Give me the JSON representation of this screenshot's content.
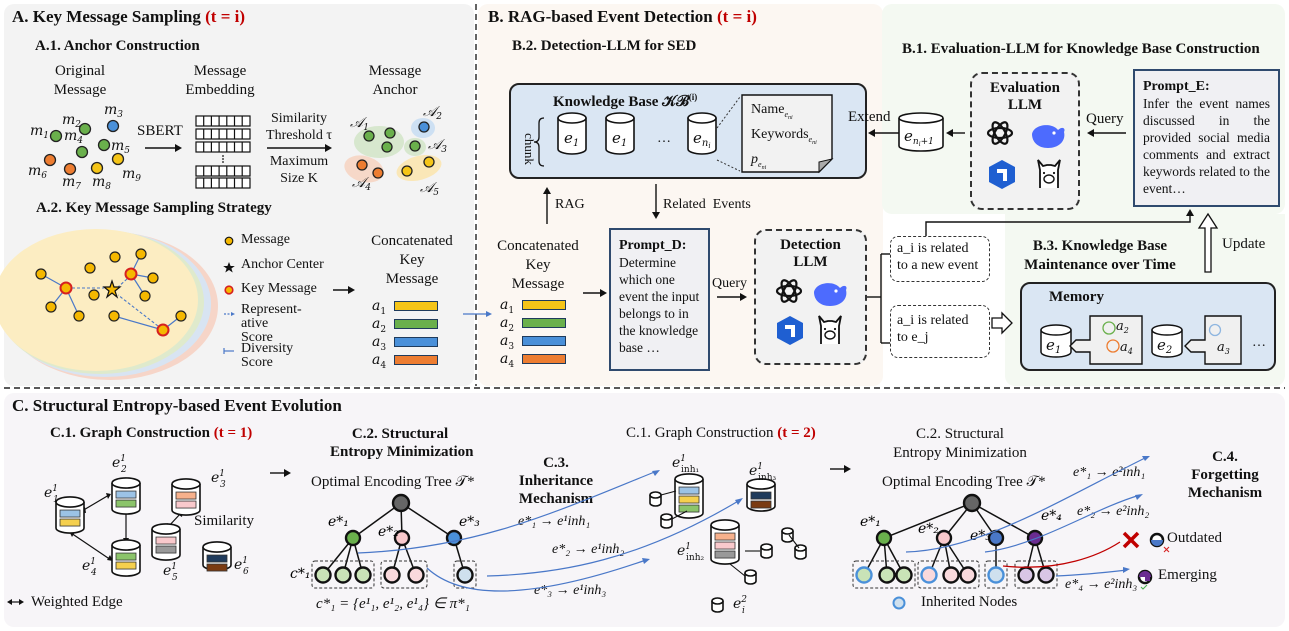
{
  "sectionA": {
    "title": "A. Key Message Sampling",
    "time": "(t = i)",
    "a1": {
      "title": "A.1. Anchor Construction",
      "original_message": [
        "Original",
        "Message"
      ],
      "message_embedding": [
        "Message",
        "Embedding"
      ],
      "message_anchor": [
        "Message",
        "Anchor"
      ],
      "encoder": "SBERT",
      "threshold": [
        "Similarity",
        "Threshold τ"
      ],
      "max_size": [
        "Maximum",
        "Size K"
      ],
      "messages": [
        "m1",
        "m2",
        "m3",
        "m4",
        "m5",
        "m6",
        "m7",
        "m8",
        "m9"
      ],
      "anchors": [
        "A1",
        "A2",
        "A3",
        "A4",
        "A5"
      ]
    },
    "a2": {
      "title": "A.2. Key Message Sampling Strategy",
      "legend": [
        "Message",
        "Anchor Center",
        "Key Message",
        "Represent-ative Score",
        "Diversity Score"
      ],
      "concat_label": [
        "Concatenated",
        "Key",
        "Message"
      ],
      "bars": [
        {
          "label": "a1",
          "color": "#f5c518"
        },
        {
          "label": "a2",
          "color": "#6ab04c"
        },
        {
          "label": "a3",
          "color": "#4a90d9"
        },
        {
          "label": "a4",
          "color": "#ed7d31"
        }
      ]
    }
  },
  "sectionB": {
    "title": "B. RAG-based Event Detection",
    "time": "(t = i)",
    "b2": {
      "title": "B.2. Detection-LLM for SED",
      "kb_title": "Knowledge Base 𝒦ℬ",
      "kb_sup": "(i)",
      "chunk": "chunk",
      "cylinders": [
        "e1",
        "e1",
        "…",
        "eni"
      ],
      "kb_card": [
        "Name_eni",
        "Keywords_eni",
        "p_eni"
      ],
      "rag": "RAG",
      "related_events": "Related  Events",
      "concat_label": [
        "Concatenated",
        "Key",
        "Message"
      ],
      "prompt_title": "Prompt_D:",
      "prompt_text": "Determine which one event the input belongs to in the knowledge base …",
      "query": "Query",
      "llm_title": [
        "Detection",
        "LLM"
      ],
      "outcome_new": [
        "a_i  is related",
        "to a new event"
      ],
      "outcome_existing": [
        "a_i is related",
        "to e_j"
      ]
    },
    "b1": {
      "title": "B.1. Evaluation-LLM for Knowledge Base Construction",
      "extend": "Extend",
      "new_cylinder": "e_(ni+1)",
      "llm_title": [
        "Evaluation",
        "LLM"
      ],
      "query": "Query",
      "prompt_title": "Prompt_E:",
      "prompt_text": "Infer the event names discussed in the provided social media comments and extract keywords related to the event…"
    },
    "b3": {
      "title": [
        "B.3. Knowledge Base",
        "Maintenance over Time"
      ],
      "update": "Update",
      "memory": "Memory",
      "memory_items": [
        "e1",
        "a2",
        "a4",
        "e2",
        "a3",
        "…"
      ]
    }
  },
  "sectionC": {
    "title": "C. Structural Entropy-based Event Evolution",
    "c1_t1": {
      "title": "C.1. Graph Construction",
      "time": "(t = 1)",
      "nodes": [
        "e¹₁",
        "e¹₂",
        "e¹₃",
        "e¹₄",
        "e¹₅",
        "e¹₆"
      ],
      "similarity": "Similarity",
      "legend": "Weighted Edge"
    },
    "c2_t1": {
      "title": [
        "C.2. Structural",
        "Entropy Minimization"
      ],
      "tree": "Optimal Encoding Tree 𝒯*",
      "labels": [
        "e*₁",
        "e*₂",
        "e*₃",
        "c*₁"
      ],
      "formula": "c*₁ = {e¹₁, e¹₂, e¹₄} ∈  π*₁"
    },
    "c3": {
      "title": [
        "C.3.",
        "Inheritance",
        "Mechanism"
      ],
      "maps": [
        "e*₁ → e¹inh₁",
        "e*₂ → e¹inh₂",
        "e*₃ → e¹inh₃"
      ]
    },
    "c1_t2": {
      "title": "C.1. Graph Construction",
      "time": "(t = 2)",
      "nodes": [
        "e¹inh₁",
        "e¹inh₃",
        "e¹inh₂",
        "e²ᵢ"
      ]
    },
    "c2_t2": {
      "title": [
        "C.2. Structural",
        "Entropy Minimization"
      ],
      "tree": "Optimal Encoding Tree 𝒯*",
      "labels": [
        "e*₁",
        "e*₂",
        "e*₃",
        "e*₄"
      ],
      "legend": "Inherited Nodes"
    },
    "c4": {
      "title": [
        "C.4.",
        "Forgetting",
        "Mechanism"
      ],
      "maps": [
        "e*₁ → e²inh₁",
        "e*₂ → e²inh₂",
        "e*₄ → e²inh₃"
      ],
      "outdated": "Outdated",
      "emerging": "Emerging"
    }
  },
  "colors": {
    "red_accent": "#c00000",
    "panel_a": "#f3f3f3",
    "panel_b": "#fcf7f2",
    "panel_b1": "#f4f9f2",
    "panel_c": "#f7f5f8",
    "kb_fill": "#dae6f3",
    "arrow_blue": "#4a78c8"
  }
}
